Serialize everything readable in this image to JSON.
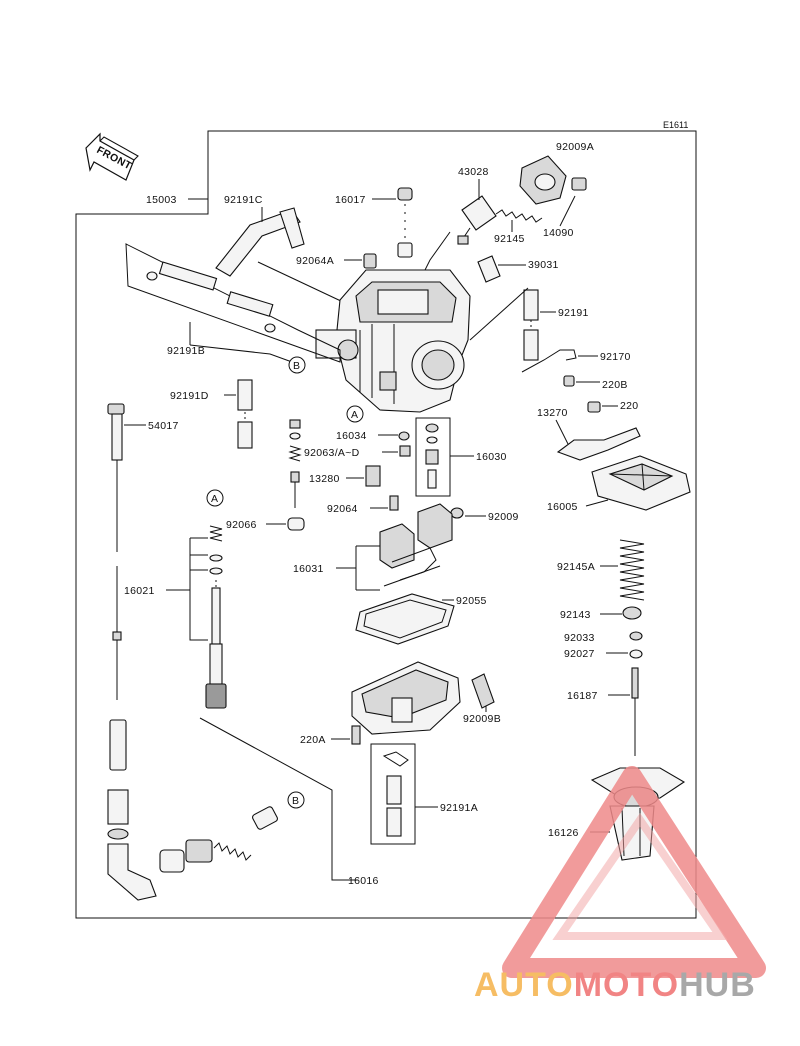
{
  "figure_id": "E1611",
  "front_label": "FRONT",
  "callouts": {
    "A": "A",
    "B": "B"
  },
  "parts": {
    "p15003": "15003",
    "p92191C": "92191C",
    "p16017": "16017",
    "p43028": "43028",
    "p92009A": "92009A",
    "p92145": "92145",
    "p14090": "14090",
    "p92064A": "92064A",
    "p39031": "39031",
    "p92191": "92191",
    "p92191B": "92191B",
    "p92170": "92170",
    "p220B": "220B",
    "p92191D": "92191D",
    "p220": "220",
    "p13270": "13270",
    "p54017": "54017",
    "p16034": "16034",
    "p92063": "92063/A~D",
    "p16030": "16030",
    "p13280": "13280",
    "p92064": "92064",
    "p92009": "92009",
    "p16005": "16005",
    "p92066": "92066",
    "p16031": "16031",
    "p92145A": "92145A",
    "p16021": "16021",
    "p92055": "92055",
    "p92143": "92143",
    "p92033": "92033",
    "p92027": "92027",
    "p16187": "16187",
    "p92009B": "92009B",
    "p220A": "220A",
    "p92191A": "92191A",
    "p16126": "16126",
    "p16016": "16016"
  },
  "watermark": {
    "part1": "AUTO",
    "part2": "MOTO",
    "part3": "HUB",
    "color_auto": "#f5b24a",
    "color_moto": "#ef6f6f",
    "color_hub": "#9a9a9a"
  }
}
